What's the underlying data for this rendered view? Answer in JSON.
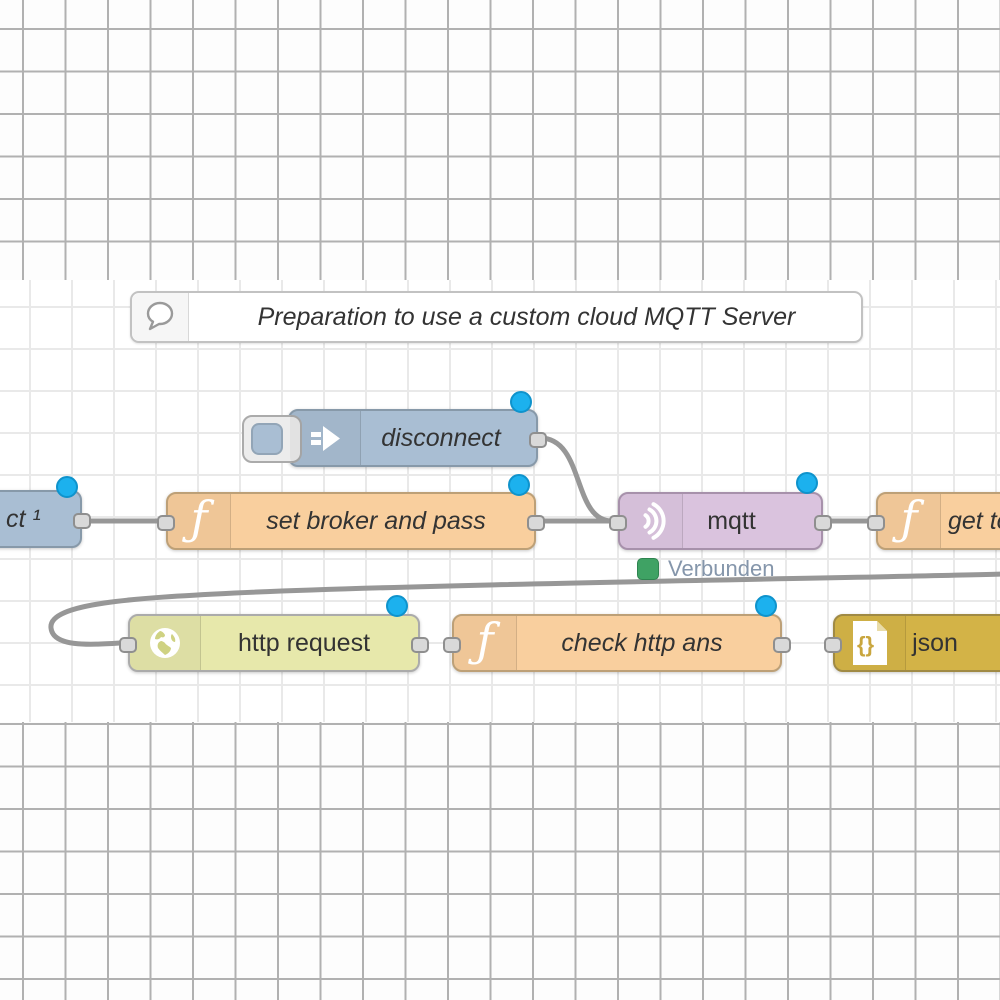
{
  "comment": {
    "label": "Preparation to use a custom cloud MQTT Server"
  },
  "nodes": {
    "ct": {
      "label": "ct ¹",
      "type": "inject",
      "changed": true
    },
    "disconnect": {
      "label": "disconnect",
      "type": "inject",
      "changed": true
    },
    "set_broker": {
      "label": "set broker and pass",
      "type": "function",
      "changed": true
    },
    "mqtt": {
      "label": "mqtt",
      "type": "mqtt",
      "changed": true,
      "status": {
        "text": "Verbunden",
        "state": "connected"
      }
    },
    "get_token": {
      "label": "get to",
      "type": "function",
      "changed": false
    },
    "http_request": {
      "label": "http request",
      "type": "http request",
      "changed": true
    },
    "check_http_ans": {
      "label": "check http ans",
      "type": "function",
      "changed": true
    },
    "json": {
      "label": "json",
      "type": "json",
      "changed": false
    }
  },
  "icons": {
    "comment_icon": "speech-bubble",
    "inject_icon": "arrow-right",
    "function_glyph": "ƒ",
    "mqtt_icon": "broadcast-arcs",
    "http_icon": "globe",
    "json_braces": "{}"
  },
  "colors": {
    "inject_fill": "#a9bed3",
    "function_fill": "#f9cf9e",
    "mqtt_fill": "#dac3de",
    "http_request_fill": "#e7e8ab",
    "json_fill": "#d3b347",
    "comment_fill": "#ffffff",
    "status_connected_green": "#3fa264",
    "changed_dot_blue": "#1cb1ee",
    "wire_gray": "#979797",
    "grid_dark_line": "#b1b1b1",
    "grid_faint_line": "#e9e9e9"
  }
}
